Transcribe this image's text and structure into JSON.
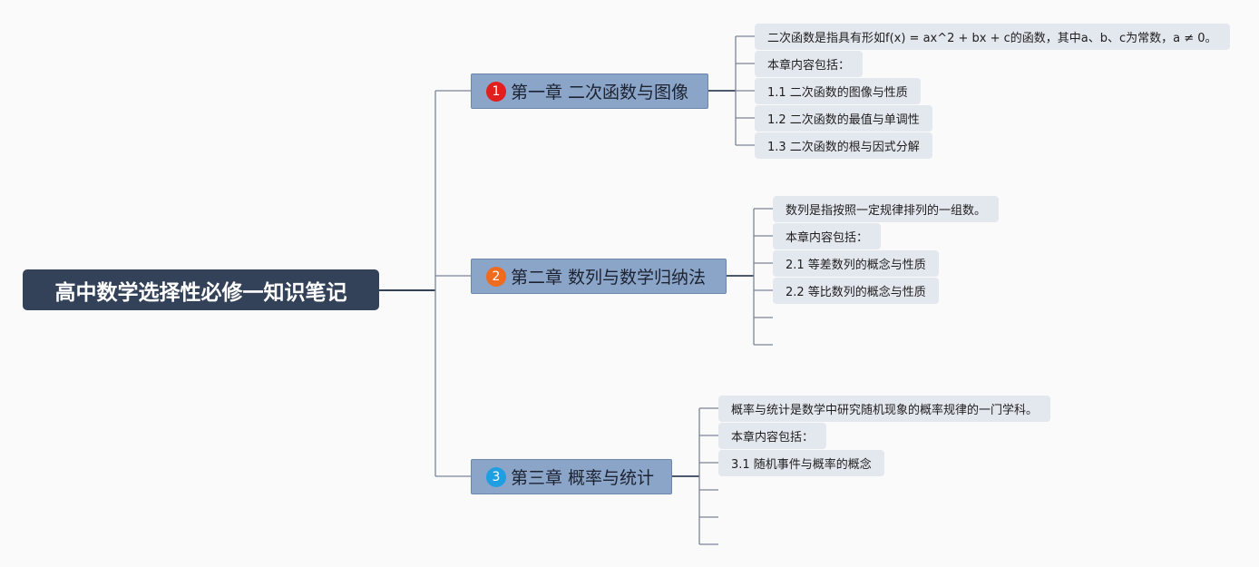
{
  "root": {
    "title": "高中数学选择性必修一知识笔记"
  },
  "chapters": [
    {
      "number": "1",
      "badge_color": "#e21f1f",
      "title": "第一章 二次函数与图像",
      "items": [
        "二次函数是指具有形如f(x) = ax^2 + bx + c的函数，其中a、b、c为常数，a ≠ 0。",
        "本章内容包括：",
        "1.1 二次函数的图像与性质",
        "1.2 二次函数的最值与单调性",
        "1.3 二次函数的根与因式分解"
      ]
    },
    {
      "number": "2",
      "badge_color": "#ee6b1f",
      "title": "第二章 数列与数学归纳法",
      "items": [
        "数列是指按照一定规律排列的一组数。",
        "本章内容包括：",
        "2.1 等差数列的概念与性质",
        "2.2 等比数列的概念与性质"
      ]
    },
    {
      "number": "3",
      "badge_color": "#1f9ee2",
      "title": "第三章 概率与统计",
      "items": [
        "概率与统计是数学中研究随机现象的概率规律的一门学科。",
        "本章内容包括：",
        "3.1 随机事件与概率的概念"
      ]
    }
  ]
}
